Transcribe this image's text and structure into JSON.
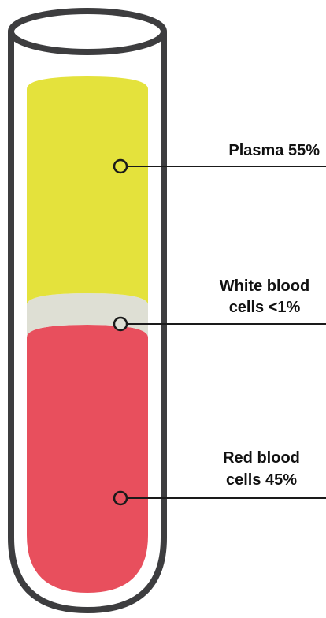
{
  "labels": {
    "plasma": "Plasma 55%",
    "white_line1": "White blood",
    "white_line2": "cells <1%",
    "red_line1": "Red blood",
    "red_line2": "cells 45%"
  },
  "composition": {
    "plasma_percent": 55,
    "white_blood_cells_percent": "<1",
    "red_blood_cells_percent": 45
  },
  "colors": {
    "tube_outline": "#3d3d3f",
    "plasma": "#e4e23c",
    "white_blood_cells": "#dedfd4",
    "red_blood_cells": "#e84f5d",
    "leader_line": "#1a1a1a",
    "label_text": "#111111"
  }
}
